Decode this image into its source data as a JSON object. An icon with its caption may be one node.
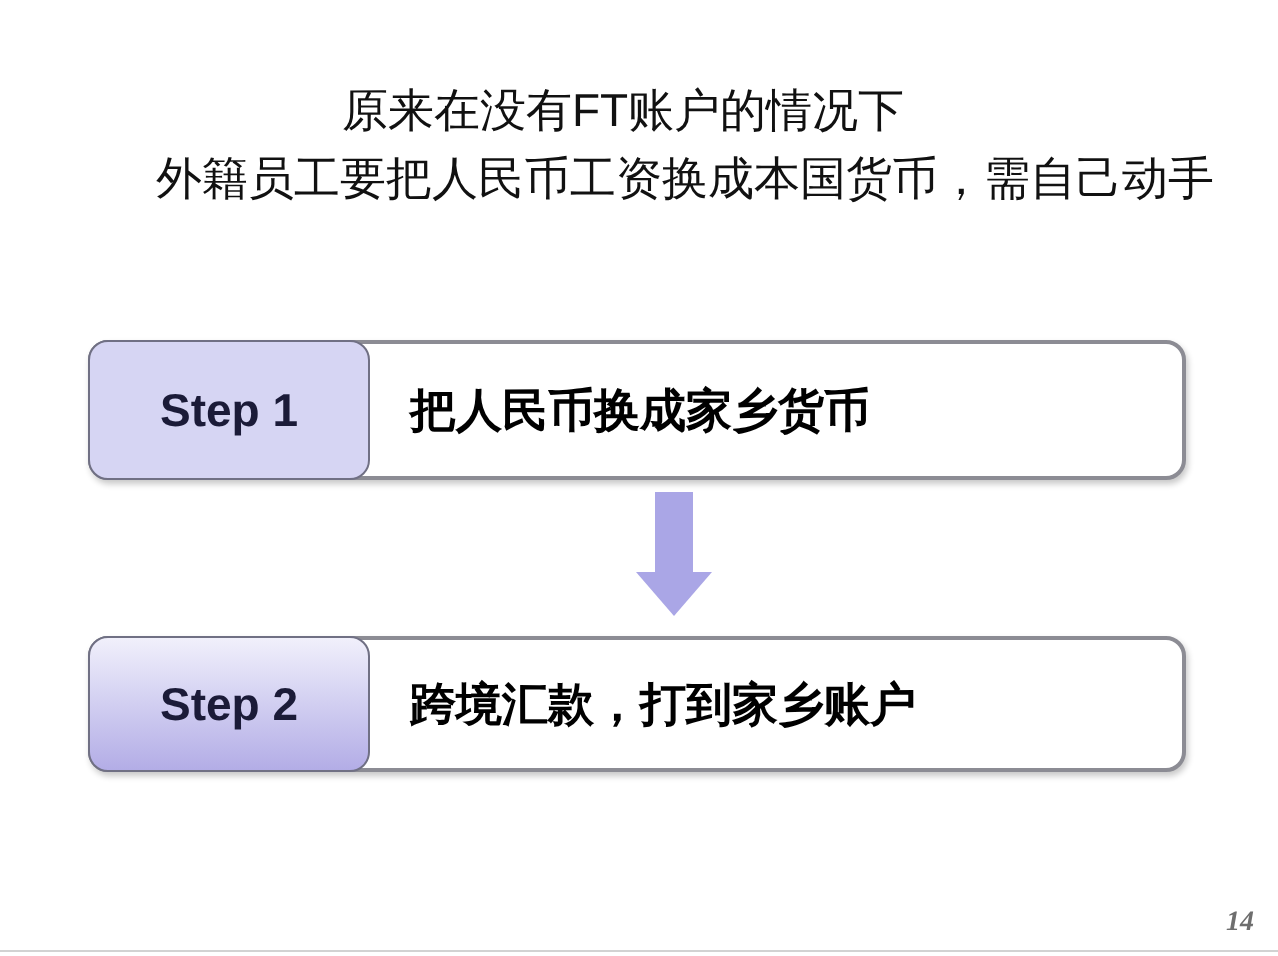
{
  "diagram": {
    "title": "原来在没有FT账户的情况下外籍员工要把人民币工资换成本国货币，需自己动手",
    "nodes": [
      {
        "text": [
          "把人民币换成家乡货币"
        ]
      },
      {
        "text": [
          "Step 1"
        ],
        "in": 0
      },
      {
        "text": [
          "跨境汇款，打到家乡账户"
        ]
      },
      {
        "text": [
          "Step 2"
        ],
        "in": 2
      }
    ],
    "edges": [
      {
        "from": 0,
        "to": 2,
        "arrow": "to"
      }
    ],
    "labels": [
      "14"
    ]
  }
}
